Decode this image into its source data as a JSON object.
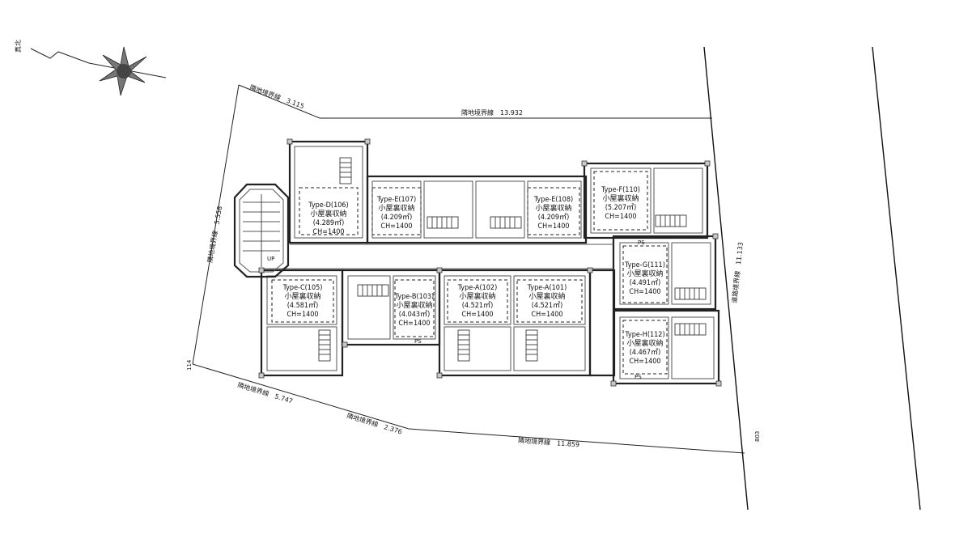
{
  "north_label": "真北",
  "boundaries": {
    "top_left": "隣地境界線　3.115",
    "top_main": "隣地境界線　13.932",
    "left": "隣地境界線　5.558",
    "right": "道路境界線　11.133",
    "left_corner": "114",
    "bottom_left": "隣地境界線　5.747",
    "bottom_mid": "隣地境界線　2.376",
    "bottom_right": "隣地境界線　11.859",
    "right_corner": "803"
  },
  "units": [
    {
      "type": "Type-D(106)",
      "sub": "小屋裏収納",
      "area": "(4.289㎡)",
      "ch": "CH=1400"
    },
    {
      "type": "Type-E(107)",
      "sub": "小屋裏収納",
      "area": "(4.209㎡)",
      "ch": "CH=1400"
    },
    {
      "type": "Type-E(108)",
      "sub": "小屋裏収納",
      "area": "(4.209㎡)",
      "ch": "CH=1400"
    },
    {
      "type": "Type-F(110)",
      "sub": "小屋裏収納",
      "area": "(5.207㎡)",
      "ch": "CH=1400"
    },
    {
      "type": "Type-G(111)",
      "sub": "小屋裏収納",
      "area": "(4.491㎡)",
      "ch": "CH=1400"
    },
    {
      "type": "Type-C(105)",
      "sub": "小屋裏収納",
      "area": "(4.581㎡)",
      "ch": "CH=1400"
    },
    {
      "type": "Type-B(103)",
      "sub": "小屋裏収納",
      "area": "(4.043㎡)",
      "ch": "CH=1400"
    },
    {
      "type": "Type-A(102)",
      "sub": "小屋裏収納",
      "area": "(4.521㎡)",
      "ch": "CH=1400"
    },
    {
      "type": "Type-A(101)",
      "sub": "小屋裏収納",
      "area": "(4.521㎡)",
      "ch": "CH=1400"
    },
    {
      "type": "Type-H(112)",
      "sub": "小屋裏収納",
      "area": "(4.467㎡)",
      "ch": "CH=1400"
    }
  ],
  "marks": {
    "up": "UP",
    "ps1": "PS",
    "ps2": "PS",
    "ps3": "PS"
  }
}
